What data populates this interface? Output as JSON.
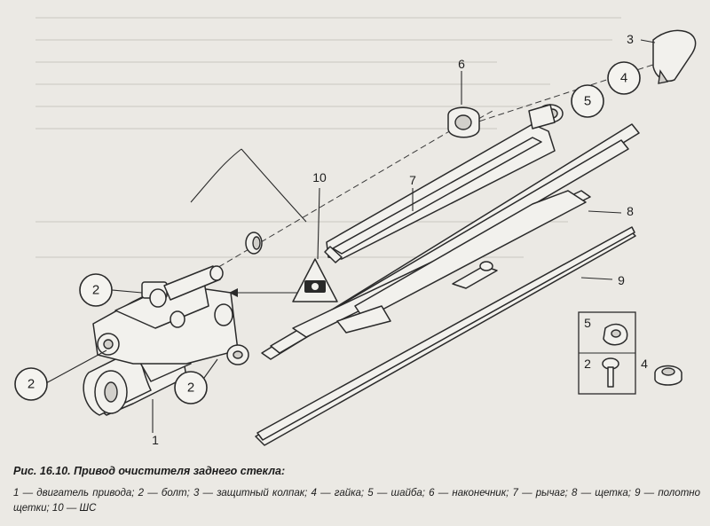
{
  "figure": {
    "callouts": [
      {
        "id": "c1",
        "label": "1"
      },
      {
        "id": "c2a",
        "label": "2"
      },
      {
        "id": "c2b",
        "label": "2"
      },
      {
        "id": "c2c",
        "label": "2"
      },
      {
        "id": "c3",
        "label": "3"
      },
      {
        "id": "c4",
        "label": "4"
      },
      {
        "id": "c5",
        "label": "5"
      },
      {
        "id": "c6",
        "label": "6"
      },
      {
        "id": "c7",
        "label": "7"
      },
      {
        "id": "c8",
        "label": "8"
      },
      {
        "id": "c9",
        "label": "9"
      },
      {
        "id": "c10",
        "label": "10"
      }
    ],
    "inset": {
      "label_5": "5",
      "label_2": "2",
      "label_4": "4"
    }
  },
  "caption": {
    "title": "Рис. 16.10. Привод очистителя заднего стекла:",
    "legend": "1 — двигатель привода; 2 — болт; 3 — защитный колпак; 4 — гайка; 5 — шайба; 6 — наконечник; 7 — рычаг; 8 — щетка; 9 — полотно щетки; 10 — ШС"
  }
}
